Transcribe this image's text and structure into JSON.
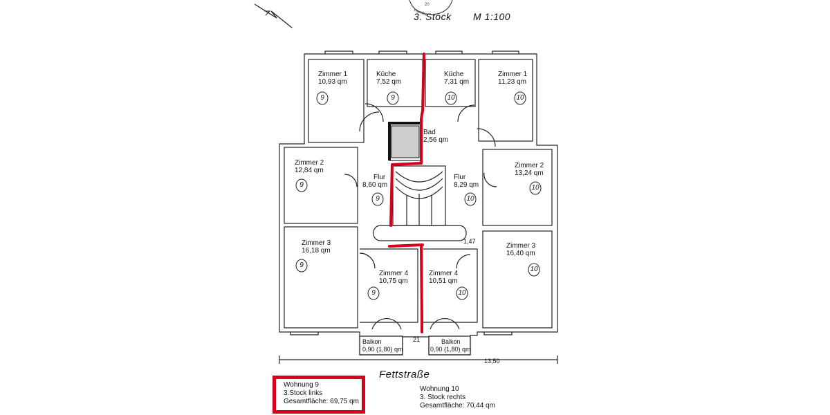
{
  "header": {
    "floor": "3. Stock",
    "scale": "M 1:100",
    "stamp_text": "20 Hamburg"
  },
  "rooms": [
    {
      "name": "Zimmer 1",
      "area": "10,93 qm",
      "unit": "9"
    },
    {
      "name": "Küche",
      "area": "7,52 qm",
      "unit": "9"
    },
    {
      "name": "Küche",
      "area": "7,31 qm",
      "unit": "10"
    },
    {
      "name": "Zimmer 1",
      "area": "11,23 qm",
      "unit": "10"
    },
    {
      "name": "Zimmer 2",
      "area": "12,84 qm",
      "unit": "9"
    },
    {
      "name": "Zimmer 2",
      "area": "13,24 qm",
      "unit": "10"
    },
    {
      "name": "Flur",
      "area": "8,60 qm",
      "unit": "9"
    },
    {
      "name": "Flur",
      "area": "8,29 qm",
      "unit": "10"
    },
    {
      "name": "Bad",
      "area": "2,56 qm"
    },
    {
      "name": "Zimmer 3",
      "area": "16,18 qm",
      "unit": "9"
    },
    {
      "name": "Zimmer 3",
      "area": "16,40 qm",
      "unit": "10"
    },
    {
      "name": "Zimmer 4",
      "area": "10,75 qm",
      "unit": "9"
    },
    {
      "name": "Zimmer 4",
      "area": "10,51 qm",
      "unit": "10"
    },
    {
      "name": "Balkon",
      "area": "0,90 (1,80) qm"
    },
    {
      "name": "Balkon",
      "area": "0,90 (1,80) qm"
    }
  ],
  "dimensions": {
    "width": "13,50",
    "small_1": "1,47",
    "small_2": "21"
  },
  "street": "Fettstraße",
  "apartments": [
    {
      "title": "Wohnung 9",
      "floor": "3.Stock    links",
      "area": "Gesamtfläche: 69,75 qm"
    },
    {
      "title": "Wohnung 10",
      "floor": "3. Stock   rechts",
      "area": "Gesamtfläche: 70,44 qm"
    }
  ],
  "colors": {
    "highlight": "#d6001c",
    "line": "#222222"
  }
}
